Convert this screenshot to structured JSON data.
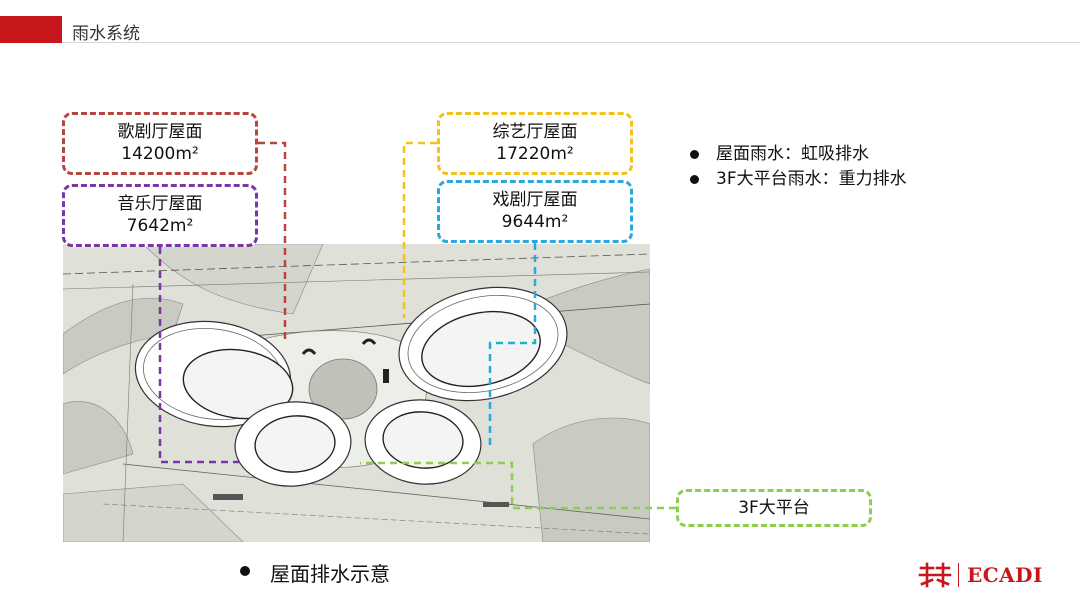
{
  "header": {
    "title": "雨水系统"
  },
  "labels": {
    "opera": {
      "name": "歌剧厅屋面",
      "area": "14200m²"
    },
    "music": {
      "name": "音乐厅屋面",
      "area": "7642m²"
    },
    "variety": {
      "name": "综艺厅屋面",
      "area": "17220m²"
    },
    "drama": {
      "name": "戏剧厅屋面",
      "area": "9644m²"
    },
    "platform": {
      "name": "3F大平台"
    }
  },
  "notes": [
    "屋面雨水：虹吸排水",
    "3F大平台雨水：重力排水"
  ],
  "caption": "屋面排水示意",
  "logo": {
    "text": "ECADI"
  },
  "colors": {
    "brand": "#c8161d",
    "opera": "#b5463f",
    "music": "#7a35a8",
    "variety": "#f3c21b",
    "drama": "#27a9dd",
    "platform": "#8ccf4d"
  }
}
